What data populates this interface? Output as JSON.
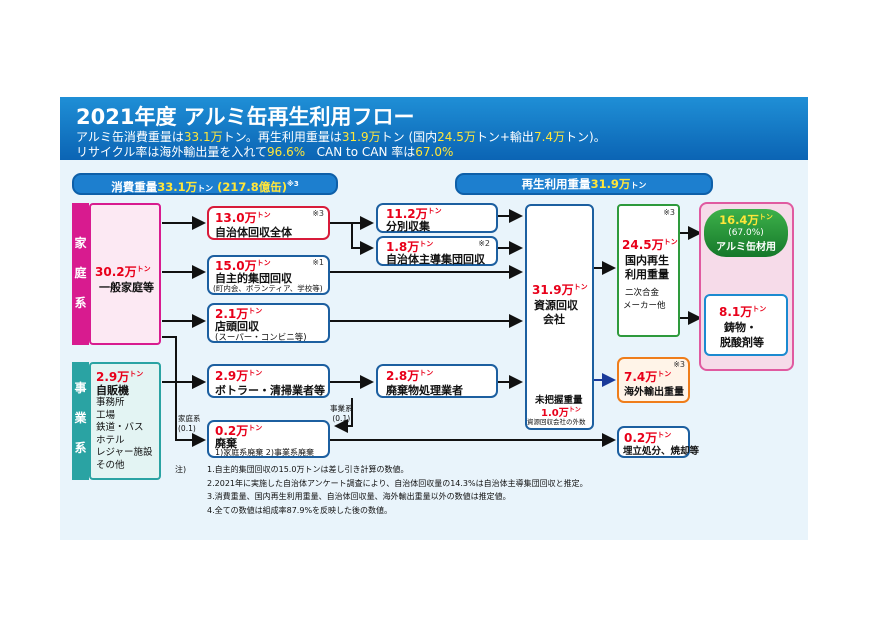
{
  "header": {
    "title": "2021年度 アルミ缶再生利用フロー",
    "line1_a": "アルミ缶消費重量は",
    "line1_b": "33.1万",
    "line1_c": "トン。再生利用重量は",
    "line1_d": "31.9万",
    "line1_e": "トン (国内",
    "line1_f": "24.5万",
    "line1_g": "トン+輸出",
    "line1_h": "7.4万",
    "line1_i": "トン)。",
    "line2_a": "リサイクル率は海外輸出量を入れて",
    "line2_b": "96.6%",
    "line2_c": "CAN to CAN 率は",
    "line2_d": "67.0%"
  },
  "pills": {
    "consumption_a": "消費重量",
    "consumption_b": "33.1万",
    "consumption_unit": "トン",
    "consumption_c": "(217.8億缶)",
    "consumption_note": "※3",
    "recycle_a": "再生利用重量",
    "recycle_b": "31.9万",
    "recycle_unit": "トン"
  },
  "sectors": {
    "household": {
      "label": "家庭系",
      "value": "30.2万",
      "unit": "トン",
      "name": "一般家庭等"
    },
    "business": {
      "label": "事業系",
      "value": "2.9万",
      "unit": "トン",
      "name": "自販機",
      "items": [
        "事務所",
        "工場",
        "鉄道・バス",
        "ホテル",
        "レジャー施設",
        "その他"
      ]
    }
  },
  "flows": {
    "municipal": {
      "value": "13.0万",
      "unit": "トン",
      "name": "自治体回収全体",
      "note": "※3"
    },
    "sorting": {
      "value": "11.2万",
      "unit": "トン",
      "name": "分別収集"
    },
    "municipal_group": {
      "value": "1.8万",
      "unit": "トン",
      "name": "自治体主導集団回収",
      "note": "※2"
    },
    "voluntary": {
      "value": "15.0万",
      "unit": "トン",
      "name": "自主的集団回収",
      "sub": "(町内会、ボランティア、学校等)",
      "note": "※1"
    },
    "store": {
      "value": "2.1万",
      "unit": "トン",
      "name": "店頭回収",
      "sub": "(スーパー・コンビニ等)"
    },
    "bottler": {
      "value": "2.9万",
      "unit": "トン",
      "name": "ボトラー・清掃業者等"
    },
    "waste_processor": {
      "value": "2.8万",
      "unit": "トン",
      "name": "廃棄物処理業者"
    },
    "disposal": {
      "value": "0.2万",
      "unit": "トン",
      "name": "廃棄",
      "sub": "1)家庭系廃棄 2)事業系廃棄"
    },
    "household_disposal": {
      "label": "家庭系",
      "value": "(0.1)"
    },
    "business_disposal": {
      "label": "事業系",
      "value": "(0.1)"
    },
    "resource": {
      "value": "31.9万",
      "unit": "トン",
      "name1": "資源回収",
      "name2": "会社"
    },
    "unknown": {
      "label": "未把握重量",
      "value": "1.0万",
      "unit": "トン",
      "sub": "資源回収会社の外数"
    },
    "domestic": {
      "value": "24.5万",
      "unit": "トン",
      "name1": "国内再生",
      "name2": "利用重量",
      "sub1": "二次合金",
      "sub2": "メーカー他",
      "note": "※3"
    },
    "export": {
      "value": "7.4万",
      "unit": "トン",
      "name": "海外輸出重量",
      "note": "※3"
    },
    "landfill": {
      "value": "0.2万",
      "unit": "トン",
      "name": "埋立処分、焼却等"
    },
    "can_material": {
      "value": "16.4万",
      "unit": "トン",
      "pct": "(67.0%)",
      "name": "アルミ缶材用"
    },
    "casting": {
      "value": "8.1万",
      "unit": "トン",
      "name1": "鋳物・",
      "name2": "脱酸剤等"
    }
  },
  "notes": {
    "label": "注)",
    "items": [
      "1.自主的集団回収の15.0万トンは差し引き計算の数値。",
      "2.2021年に実施した自治体アンケート調査により、自治体回収量の14.3%は自治体主導集団回収と推定。",
      "3.消費重量、国内再生利用重量、自治体回収量、海外輸出重量以外の数値は推定値。",
      "4.全ての数値は組成率87.9%を反映した後の数値。"
    ]
  },
  "colors": {
    "accent_blue": "#0b64b4",
    "value_red": "#e8001a",
    "household_pink": "#d81b8f",
    "business_teal": "#2aa3a3",
    "green": "#2e9a3c"
  }
}
